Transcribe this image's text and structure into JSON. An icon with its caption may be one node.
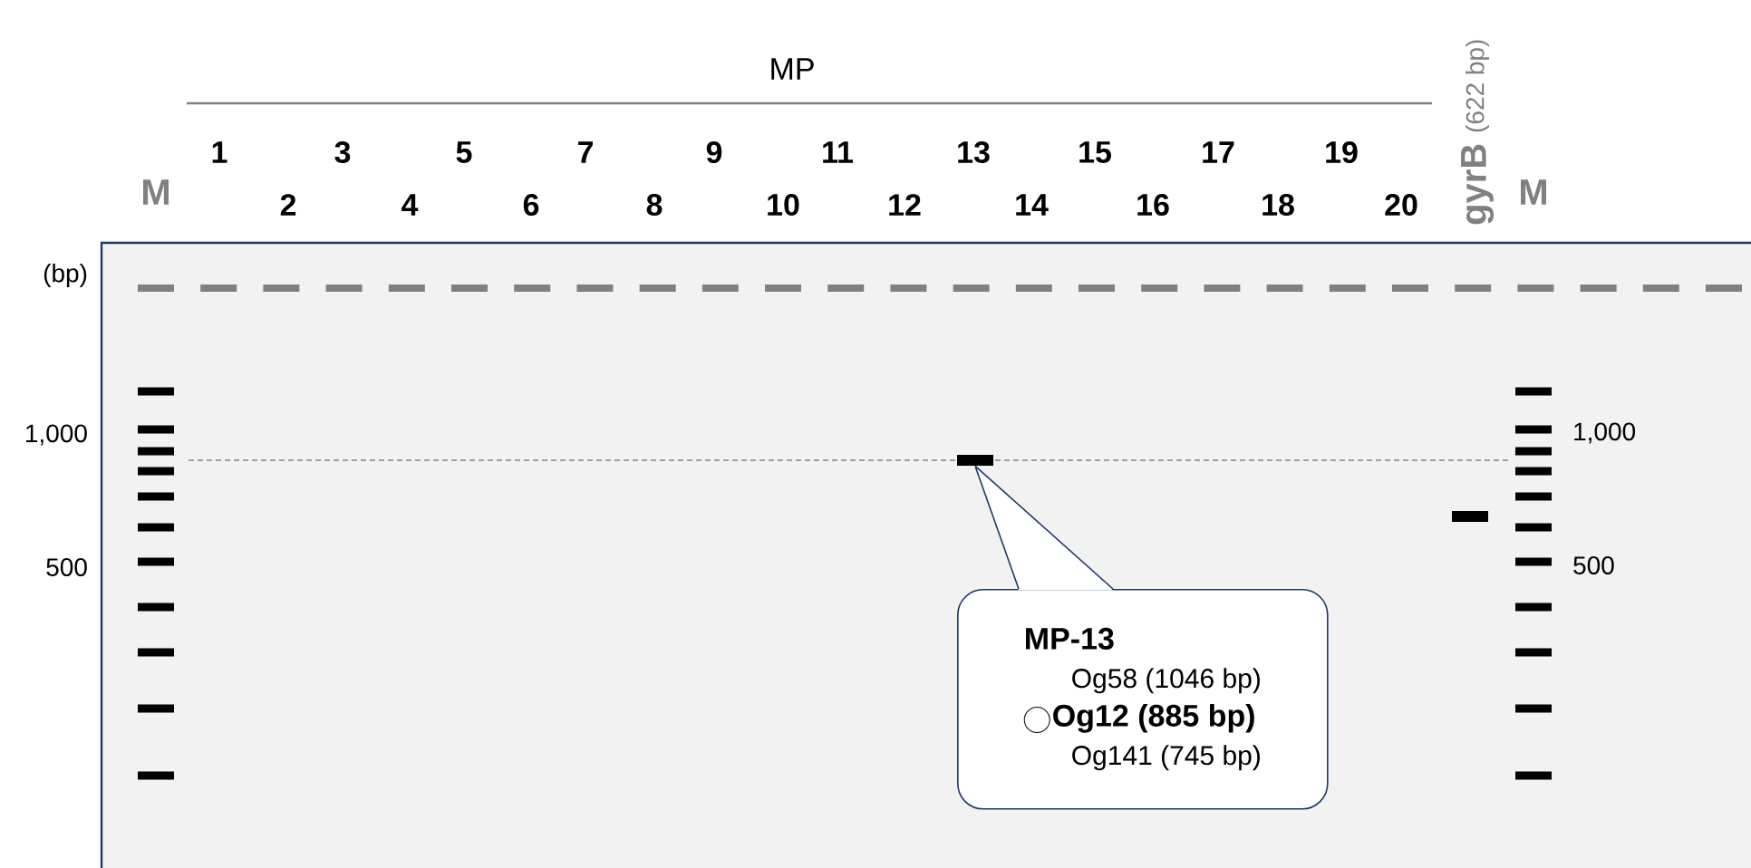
{
  "diagram": {
    "nodes": [
      {
        "text": [],
        "shape": "bar"
      },
      {
        "text": [
          "MP-13",
          "Og58 (1046 bp)",
          "Og12 (885 bp)",
          "Og141 (745 bp)"
        ]
      }
    ],
    "edges": [
      {
        "from": 1,
        "to": 0,
        "arrow": "none"
      }
    ],
    "labels": [
      "MP",
      "M",
      "1",
      "2",
      "3",
      "4",
      "5",
      "6",
      "7",
      "8",
      "9",
      "10",
      "11",
      "12",
      "13",
      "14",
      "15",
      "16",
      "17",
      "18",
      "19",
      "20",
      "gyrB",
      "(622 bp)",
      "M",
      "(bp)",
      "1,000",
      "1,000",
      "500",
      "500"
    ]
  }
}
